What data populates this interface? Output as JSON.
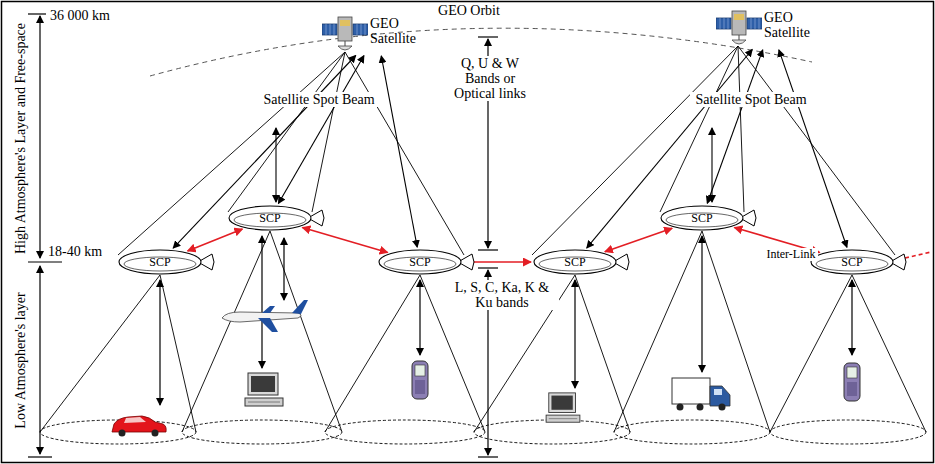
{
  "diagram": {
    "nodes": [
      {
        "text": [
          "GEO Satellite"
        ]
      },
      {
        "text": [
          "GEO Satellite"
        ]
      },
      {
        "text": [
          "SCP"
        ]
      },
      {
        "text": [
          "SCP"
        ]
      },
      {
        "text": [
          "SCP"
        ]
      },
      {
        "text": [
          "SCP"
        ]
      },
      {
        "text": [
          "SCP"
        ]
      },
      {
        "text": [
          "SCP"
        ]
      }
    ],
    "edges": [
      {
        "from": 0,
        "to": 2,
        "arrow": "both"
      },
      {
        "from": 0,
        "to": 3,
        "arrow": "both"
      },
      {
        "from": 0,
        "to": 4,
        "arrow": "both"
      },
      {
        "from": 1,
        "to": 5,
        "arrow": "both"
      },
      {
        "from": 1,
        "to": 6,
        "arrow": "both"
      },
      {
        "from": 1,
        "to": 7,
        "arrow": "both"
      },
      {
        "from": 2,
        "to": 3,
        "arrow": "both"
      },
      {
        "from": 3,
        "to": 4,
        "arrow": "both"
      },
      {
        "from": 4,
        "to": 5,
        "arrow": "both"
      },
      {
        "from": 5,
        "to": 6,
        "arrow": "both"
      },
      {
        "from": 6,
        "to": 7,
        "label": "Inter-Link",
        "arrow": "both"
      }
    ],
    "labels": [
      "GEO Orbit",
      "36 000 km",
      "High Atmosphere's Layer and Free-space",
      "Satellite Spot Beam",
      "Satellite Spot Beam",
      "Q, U & W Bands or Optical links",
      "18-40 km",
      "L, S, C, Ka, K & Ku bands",
      "Low Atmosphere's layer"
    ]
  }
}
